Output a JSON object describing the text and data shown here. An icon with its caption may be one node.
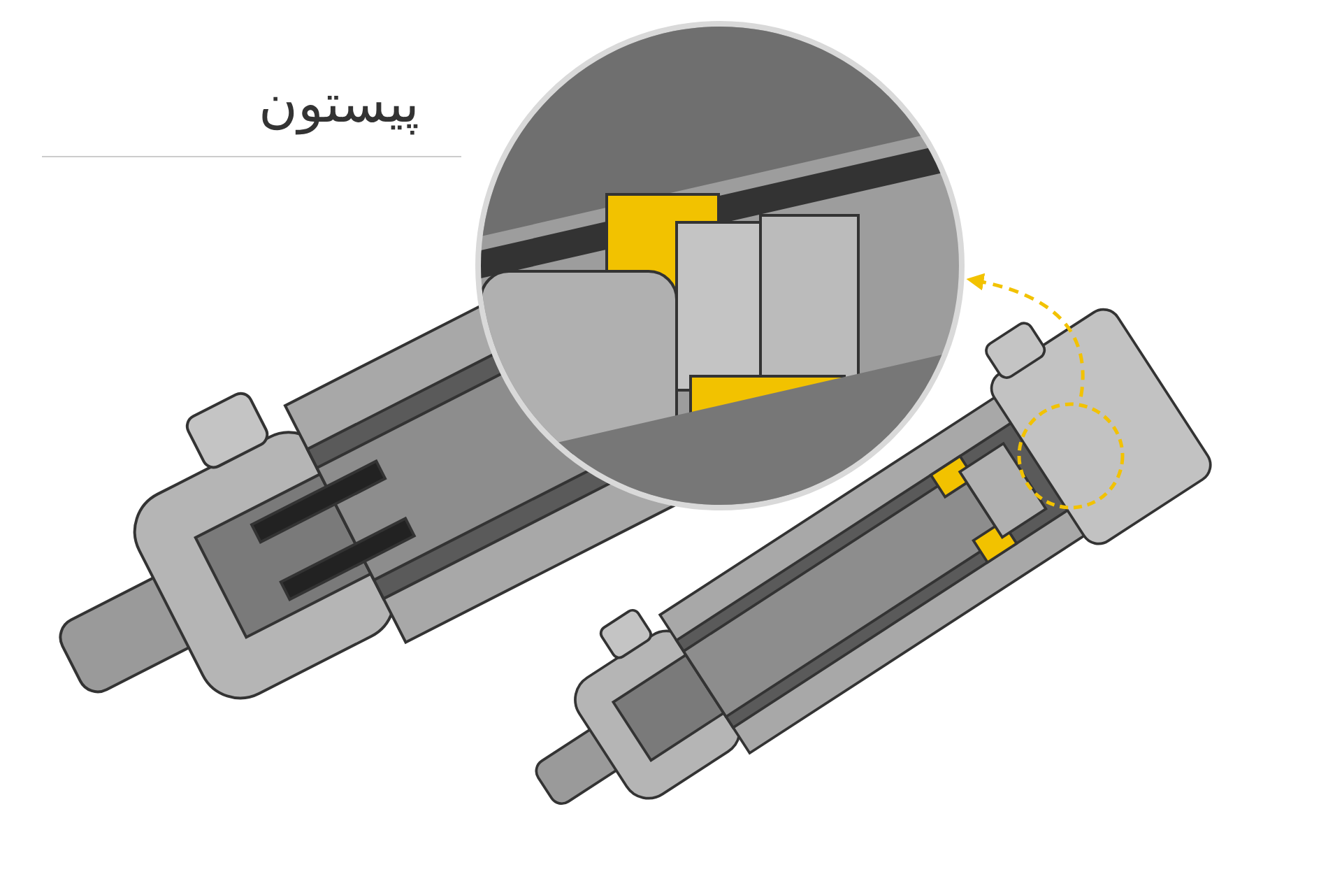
{
  "diagram": {
    "title": "پیستون",
    "nodes": [
      {
        "text": [],
        "shape": "picture"
      },
      {
        "text": [],
        "shape": "circle"
      }
    ],
    "edges": [
      {
        "from": 1,
        "to": 0,
        "arrow": "to",
        "style": "dashed",
        "color": "#f2c200"
      }
    ]
  }
}
